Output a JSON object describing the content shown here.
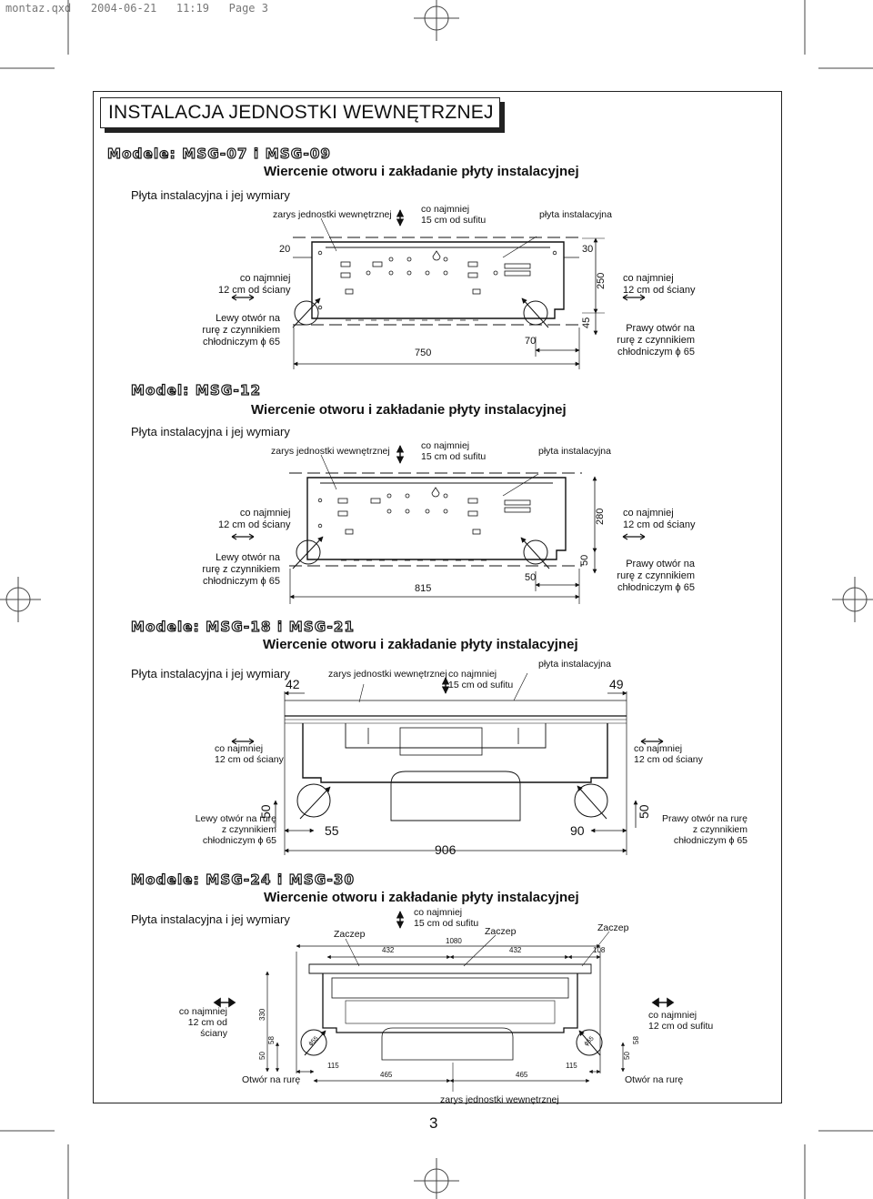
{
  "header": {
    "file_info": "montaz.qxd   2004-06-21   11:19   Page 3"
  },
  "page_title": "INSTALACJA JEDNOSTKI WEWNĘTRZNEJ",
  "page_number": "3",
  "section1": {
    "model": "Modele: MSG-07 i MSG-09",
    "heading": "Wiercenie otworu i zakładanie płyty instalacyjnej",
    "subheading": "Płyta instalacyjna i jej wymiary",
    "outline_label": "zarys jednostki wewnętrznej",
    "ceiling_label_1": "co najmniej",
    "ceiling_label_2": "15 cm od sufitu",
    "plate_label": "płyta instalacyjna",
    "wall_left_1": "co najmniej",
    "wall_left_2": "12 cm od ściany",
    "wall_right_1": "co najmniej",
    "wall_right_2": "12 cm od ściany",
    "left_hole_1": "Lewy otwór na",
    "left_hole_2": "rurę z czynnikiem",
    "left_hole_3": "chłodniczym ϕ 65",
    "right_hole_1": "Prawy otwór na",
    "right_hole_2": "rurę z czynnikiem",
    "right_hole_3": "chłodniczym ϕ 65",
    "dims": {
      "left_top": "20",
      "right_top": "30",
      "height": "250",
      "hole_h": "45",
      "width": "750",
      "hole_offset": "70"
    }
  },
  "section2": {
    "model": "Model: MSG-12",
    "heading": "Wiercenie otworu i zakładanie płyty instalacyjnej",
    "subheading": "Płyta instalacyjna i jej wymiary",
    "outline_label": "zarys jednostki wewnętrznej",
    "ceiling_label_1": "co najmniej",
    "ceiling_label_2": "15 cm od sufitu",
    "plate_label": "płyta instalacyjna",
    "wall_left_1": "co najmniej",
    "wall_left_2": "12 cm od ściany",
    "wall_right_1": "co najmniej",
    "wall_right_2": "12 cm od ściany",
    "left_hole_1": "Lewy otwór na",
    "left_hole_2": "rurę z czynnikiem",
    "left_hole_3": "chłodniczym ϕ 65",
    "right_hole_1": "Prawy otwór na",
    "right_hole_2": "rurę z czynnikiem",
    "right_hole_3": "chłodniczym ϕ 65",
    "dims": {
      "height": "280",
      "hole_h": "50",
      "width": "815",
      "hole_offset": "50"
    }
  },
  "section3": {
    "model": "Modele: MSG-18 i MSG-21",
    "heading": "Wiercenie otworu i zakładanie płyty instalacyjnej",
    "subheading": "Płyta instalacyjna i jej wymiary",
    "outline_label": "zarys jednostki wewnętrznej",
    "ceiling_label_1": "co najmniej",
    "ceiling_label_2": "15 cm od sufitu",
    "plate_label": "płyta instalacyjna",
    "wall_left_1": "co najmniej",
    "wall_left_2": "12 cm od ściany",
    "wall_right_1": "co najmniej",
    "wall_right_2": "12 cm od ściany",
    "left_hole_1": "Lewy otwór na rurę",
    "left_hole_2": "z czynnikiem",
    "left_hole_3": "chłodniczym ϕ 65",
    "right_hole_1": "Prawy otwór na rurę",
    "right_hole_2": "z czynnikiem",
    "right_hole_3": "chłodniczym ϕ 65",
    "dims": {
      "left_top": "42",
      "right_top": "49",
      "left_hole_h": "50",
      "right_hole_h": "50",
      "left_offset": "55",
      "right_offset": "90",
      "width": "906"
    }
  },
  "section4": {
    "model": "Modele: MSG-24 i MSG-30",
    "heading": "Wiercenie otworu i zakładanie płyty instalacyjnej",
    "subheading": "Płyta instalacyjna i jej wymiary",
    "ceiling_label_1": "co najmniej",
    "ceiling_label_2": "15 cm od sufitu",
    "hook_1": "Zaczep",
    "hook_2": "Zaczep",
    "hook_3": "Zaczep",
    "wall_left_1": "co najmniej",
    "wall_left_2": "12 cm od ściany",
    "right_note_1": "co najmniej",
    "right_note_2": "12 cm od sufitu",
    "left_hole": "Otwór na rurę",
    "right_hole": "Otwór na rurę",
    "outline_label": "zarys jednostki wewnętrznej",
    "dims": {
      "total_width": "1080",
      "left_span": "432",
      "right_span": "432",
      "right_edge": "108",
      "height": "330",
      "left_50": "50",
      "left_58": "58",
      "right_50": "50",
      "right_58": "58",
      "left_hole_offset": "115",
      "right_hole_offset": "115",
      "left_465": "465",
      "right_465": "465",
      "left_hole_dia": "ϕ55",
      "right_hole_dia": "ϕ55"
    }
  }
}
